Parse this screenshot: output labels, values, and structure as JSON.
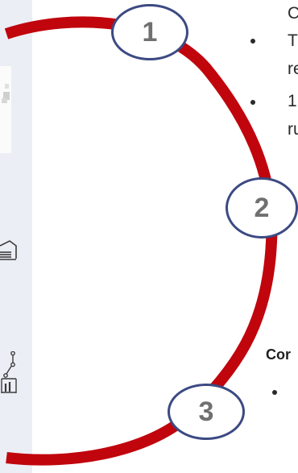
{
  "steps": [
    {
      "number": "1"
    },
    {
      "number": "2"
    },
    {
      "number": "3"
    }
  ],
  "text_fragments": {
    "line1": "C",
    "line2": "T",
    "line3": "re",
    "line4": "1",
    "line5": "ru"
  },
  "section3": {
    "heading": "Cor"
  },
  "icons": {
    "top": "product-image",
    "middle": "building-icon",
    "bottom": "analytics-chart-icon"
  },
  "colors": {
    "arc": "#c0050d",
    "circle_border": "#3c4a82",
    "circle_text": "#707070",
    "left_strip": "#eceef6"
  }
}
